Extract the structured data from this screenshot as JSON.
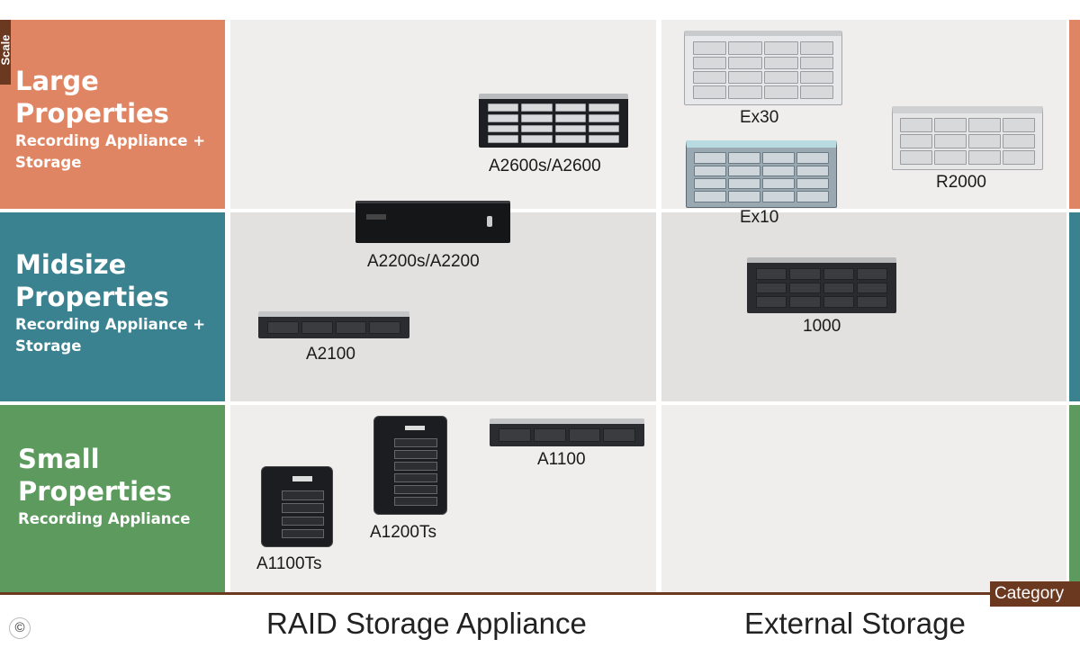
{
  "rows": [
    {
      "title1": "Large",
      "title2": "Properties",
      "subtitle": "Recording Appliance + Storage",
      "sub1": "Recording Appliance +",
      "sub2": "Storage",
      "color": "#e08563"
    },
    {
      "title1": "Midsize",
      "title2": "Properties",
      "subtitle": "Recording Appliance + Storage",
      "sub1": "Recording Appliance +",
      "sub2": "Storage",
      "color": "#3b8290"
    },
    {
      "title1": "Small",
      "title2": "Properties",
      "subtitle": "Recording Appliance",
      "sub1": "Recording Appliance",
      "sub2": "",
      "color": "#5c9a5e"
    }
  ],
  "columns": {
    "raid_label": "RAID Storage Appliance",
    "external_label": "External Storage"
  },
  "products": {
    "a2600": "A2600s/A2600",
    "a2200": "A2200s/A2200",
    "a2100": "A2100",
    "a1100": "A1100",
    "a1200ts": "A1200Ts",
    "a1100ts": "A1100Ts",
    "ex30": "Ex30",
    "ex10": "Ex10",
    "r2000": "R2000",
    "s1000": "1000"
  },
  "tags": {
    "category": "Category",
    "scale": "Scale",
    "copyright": "©"
  },
  "colors": {
    "brown": "#6b3820",
    "cell_light": "#efeeec",
    "cell_mid": "#e2e1df"
  }
}
